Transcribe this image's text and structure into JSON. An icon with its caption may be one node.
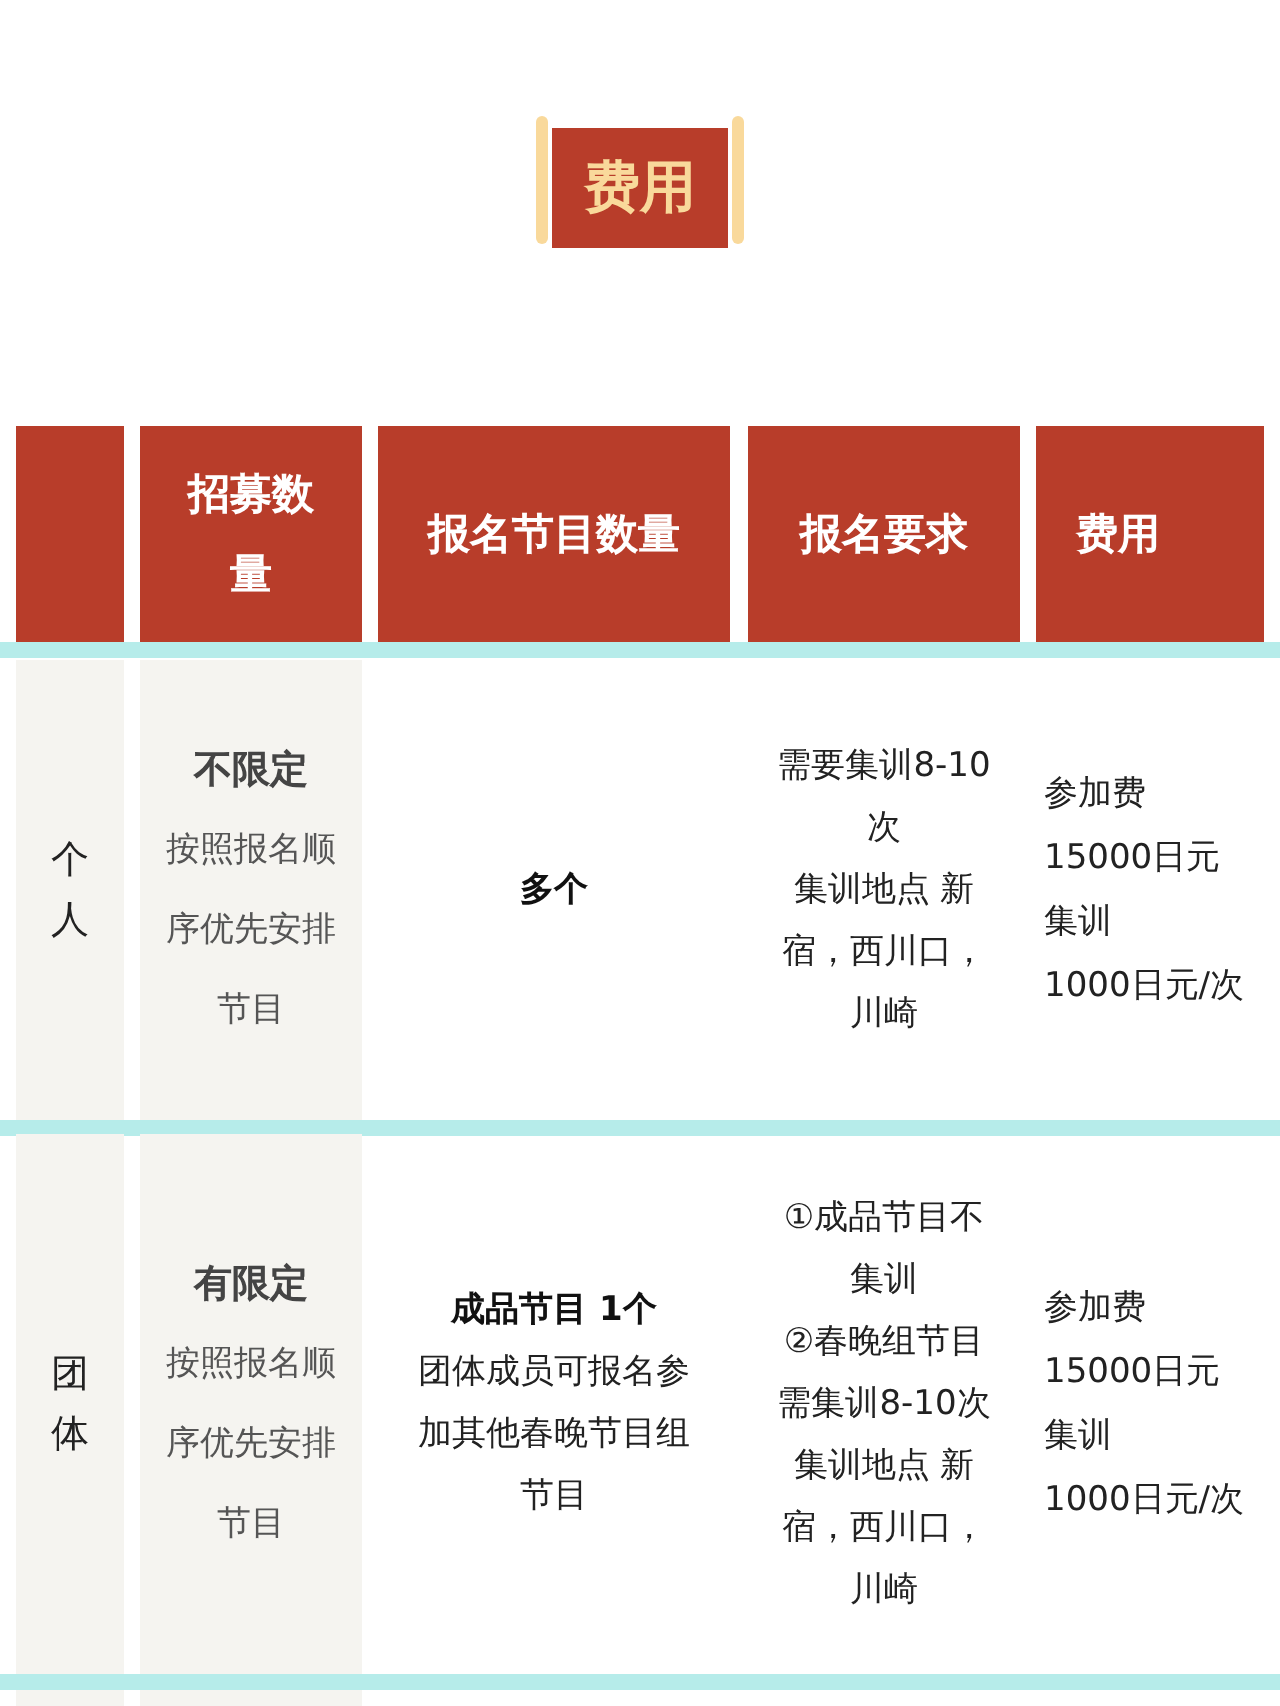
{
  "diagram": {
    "title": "费用",
    "labels": [
      "招募数量",
      "报名节目数量",
      "报名要求",
      "费用",
      "个人",
      "不限定",
      "按照报名顺序优先安排节目",
      "多个",
      "需要集训8-10次",
      "集训地点 新宿，西川口，川崎",
      "参加费",
      "15000日元",
      "集训",
      "1000日元/次",
      "团体",
      "有限定",
      "按照报名顺序优先安排节目",
      "成品节目 1个",
      "团体成员可报名参加其他春晚节目组节目",
      "①成品节目不集训",
      "②春晚组节目需集训8-10次",
      "集训地点 新宿，西川口，川崎",
      "参加费",
      "15000日元",
      "集训",
      "1000日元/次"
    ]
  }
}
